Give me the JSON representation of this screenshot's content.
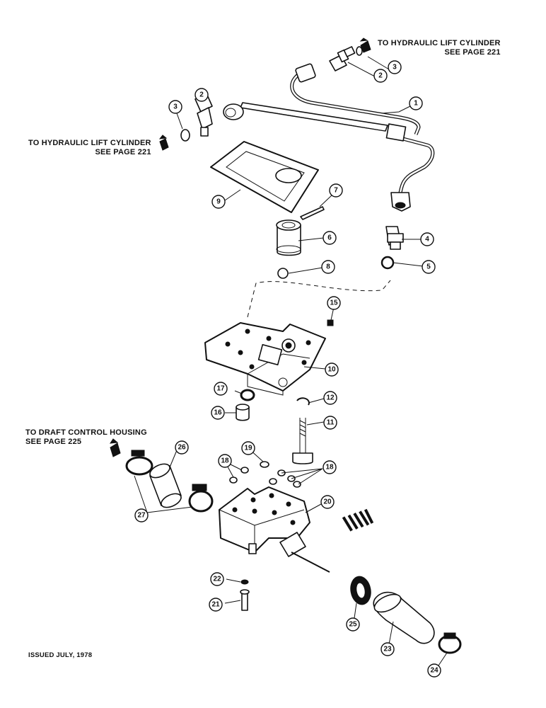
{
  "notes": {
    "lift_cylinder_right": [
      "TO HYDRAULIC LIFT CYLINDER",
      "SEE PAGE 221"
    ],
    "lift_cylinder_left": [
      "TO HYDRAULIC LIFT CYLINDER",
      "SEE PAGE 221"
    ],
    "draft_control": [
      "TO DRAFT CONTROL HOUSING",
      "SEE PAGE 225"
    ],
    "issued": "ISSUED JULY, 1978"
  },
  "callouts": [
    {
      "id": "c3a",
      "label": "3"
    },
    {
      "id": "c2a",
      "label": "2"
    },
    {
      "id": "c1",
      "label": "1"
    },
    {
      "id": "c3b",
      "label": "3"
    },
    {
      "id": "c2b",
      "label": "2"
    },
    {
      "id": "c9",
      "label": "9"
    },
    {
      "id": "c7",
      "label": "7"
    },
    {
      "id": "c6",
      "label": "6"
    },
    {
      "id": "c4",
      "label": "4"
    },
    {
      "id": "c5",
      "label": "5"
    },
    {
      "id": "c8",
      "label": "8"
    },
    {
      "id": "c15",
      "label": "15"
    },
    {
      "id": "c10",
      "label": "10"
    },
    {
      "id": "c17",
      "label": "17"
    },
    {
      "id": "c12",
      "label": "12"
    },
    {
      "id": "c16",
      "label": "16"
    },
    {
      "id": "c11",
      "label": "11"
    },
    {
      "id": "c26",
      "label": "26"
    },
    {
      "id": "c19",
      "label": "19"
    },
    {
      "id": "c18a",
      "label": "18"
    },
    {
      "id": "c18b",
      "label": "18"
    },
    {
      "id": "c27",
      "label": "27"
    },
    {
      "id": "c20",
      "label": "20"
    },
    {
      "id": "c22",
      "label": "22"
    },
    {
      "id": "c21",
      "label": "21"
    },
    {
      "id": "c25",
      "label": "25"
    },
    {
      "id": "c23",
      "label": "23"
    },
    {
      "id": "c24",
      "label": "24"
    }
  ]
}
